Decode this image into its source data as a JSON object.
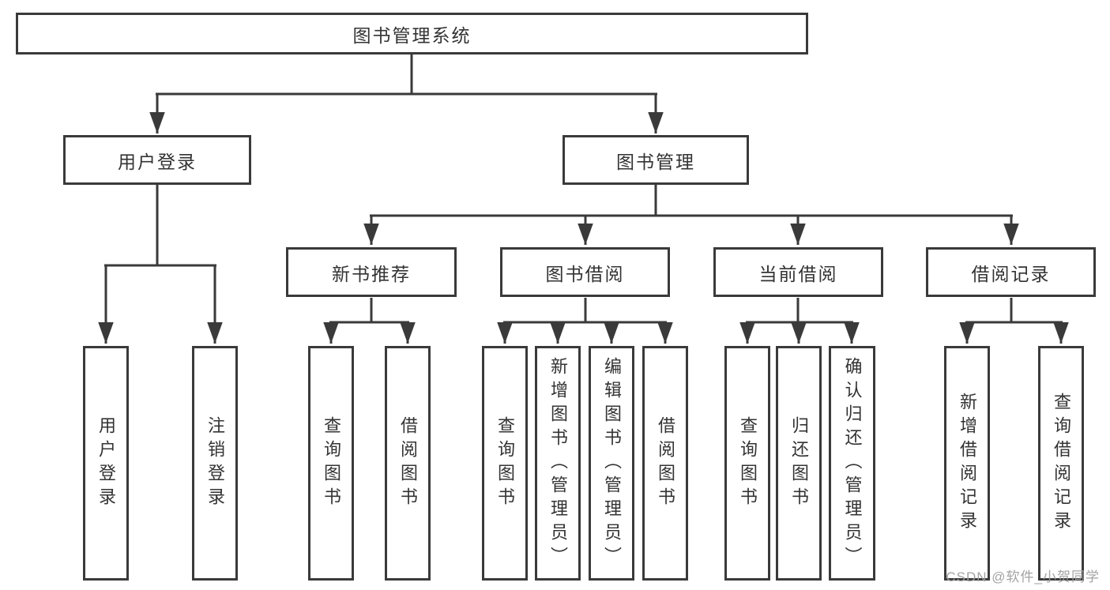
{
  "diagram_type": "hierarchy-tree",
  "colors": {
    "background": "#ffffff",
    "line": "#3a3a3a",
    "box_border": "#3a3a3a",
    "text": "#333333",
    "watermark": "#9e9e9e"
  },
  "nodes": {
    "root": "图书管理系统",
    "level2": [
      "用户登录",
      "图书管理"
    ],
    "level3": [
      "新书推荐",
      "图书借阅",
      "当前借阅",
      "借阅记录"
    ],
    "leaves": [
      "用户登录",
      "注销登录",
      "查询图书",
      "借阅图书",
      "查询图书",
      "新增图书（管理员）",
      "编辑图书（管理员）",
      "借阅图书",
      "查询图书",
      "归还图书",
      "确认归还（管理员）",
      "新增借阅记录",
      "查询借阅记录"
    ]
  },
  "edges": [
    {
      "from": "图书管理系统",
      "to": "用户登录"
    },
    {
      "from": "图书管理系统",
      "to": "图书管理"
    },
    {
      "from": "用户登录",
      "to": "用户登录(叶)"
    },
    {
      "from": "用户登录",
      "to": "注销登录"
    },
    {
      "from": "图书管理",
      "to": "新书推荐"
    },
    {
      "from": "图书管理",
      "to": "图书借阅"
    },
    {
      "from": "图书管理",
      "to": "当前借阅"
    },
    {
      "from": "图书管理",
      "to": "借阅记录"
    },
    {
      "from": "新书推荐",
      "to": "查询图书"
    },
    {
      "from": "新书推荐",
      "to": "借阅图书"
    },
    {
      "from": "图书借阅",
      "to": "查询图书"
    },
    {
      "from": "图书借阅",
      "to": "新增图书（管理员）"
    },
    {
      "from": "图书借阅",
      "to": "编辑图书（管理员）"
    },
    {
      "from": "图书借阅",
      "to": "借阅图书"
    },
    {
      "from": "当前借阅",
      "to": "查询图书"
    },
    {
      "from": "当前借阅",
      "to": "归还图书"
    },
    {
      "from": "当前借阅",
      "to": "确认归还（管理员）"
    },
    {
      "from": "借阅记录",
      "to": "新增借阅记录"
    },
    {
      "from": "借阅记录",
      "to": "查询借阅记录"
    }
  ],
  "watermark": "CSDN @软件_小贺同学"
}
